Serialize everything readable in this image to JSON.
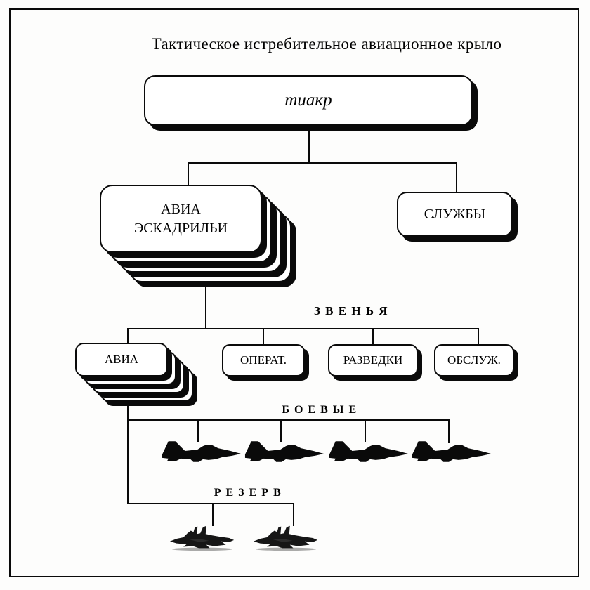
{
  "title": "Тактическое истребительное авиационное крыло",
  "root_box": {
    "label": "тиакр"
  },
  "squadrons_box": {
    "line1": "АВИА",
    "line2": "ЭСКАДРИЛЬИ"
  },
  "services_box": {
    "label": "СЛУЖБЫ"
  },
  "flights": {
    "section_label": "З В Е Н Ь Я",
    "boxes": [
      {
        "label": "АВИА"
      },
      {
        "label": "ОПЕРАТ."
      },
      {
        "label": "РАЗВЕДКИ"
      },
      {
        "label": "ОБСЛУЖ."
      }
    ]
  },
  "combat": {
    "section_label": "Б О Е В Ы Е",
    "jet_count": 4,
    "jet_icon": "fighter-jet-side-silhouette"
  },
  "reserve": {
    "section_label": "Р Е З Е Р В",
    "jet_count": 2,
    "jet_icon": "parked-fighter-jet-silhouette"
  },
  "colors": {
    "ink": "#0a0a0a",
    "box_fill": "#ffffff",
    "background": "#fdfdfc"
  }
}
